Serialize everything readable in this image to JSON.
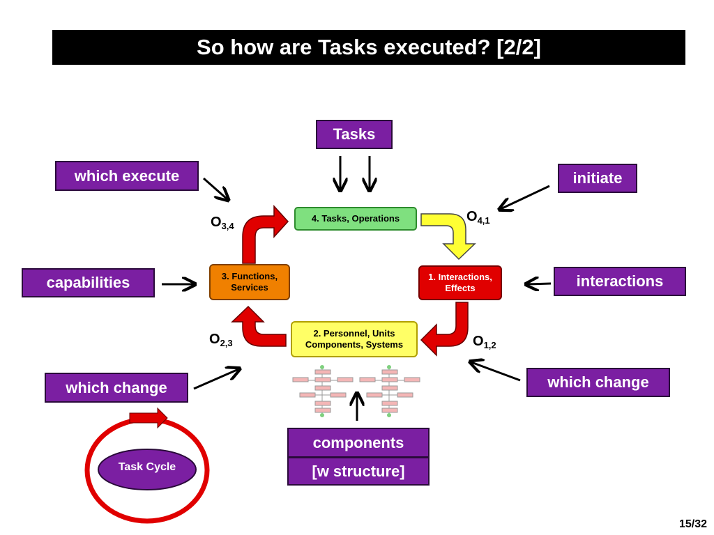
{
  "title": "So how are Tasks executed? [2/2]",
  "labels": {
    "tasks": "Tasks",
    "which_execute": "which execute",
    "initiate": "initiate",
    "capabilities": "capabilities",
    "interactions": "interactions",
    "which_change_left": "which change",
    "which_change_right": "which change",
    "components": "components",
    "w_structure": "[w structure]"
  },
  "nodes": {
    "n4": "4. Tasks, Operations",
    "n1_line1": "1. Interactions,",
    "n1_line2": "Effects",
    "n3_line1": "3. Functions,",
    "n3_line2": "Services",
    "n2_line1": "2. Personnel, Units",
    "n2_line2": "Components, Systems"
  },
  "o_labels": {
    "o34": {
      "base": "O",
      "sub": "3,4"
    },
    "o41": {
      "base": "O",
      "sub": "4,1"
    },
    "o23": {
      "base": "O",
      "sub": "2,3"
    },
    "o12": {
      "base": "O",
      "sub": "1,2"
    }
  },
  "task_cycle": "Task Cycle",
  "page_number": "15/32",
  "colors": {
    "purple": "#7b1fa2",
    "green": "#7fe07f",
    "red": "#e00000",
    "orange": "#f08000",
    "yellow": "#ffff66"
  }
}
